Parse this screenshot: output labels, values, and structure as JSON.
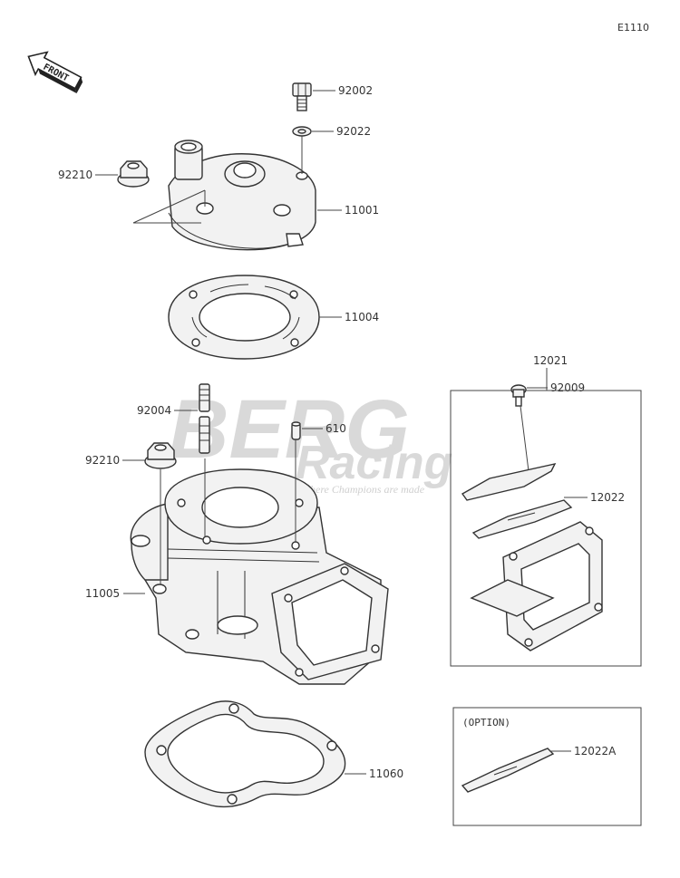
{
  "diagram_code": "E1110",
  "front_label": "FRONT",
  "watermark": {
    "brand": "BERG",
    "sub": "Racing",
    "tagline": "Where Champions are made"
  },
  "parts": {
    "p92002": "92002",
    "p92022": "92022",
    "p92210_head": "92210",
    "p11001": "11001",
    "p11004": "11004",
    "p92004": "92004",
    "p610": "610",
    "p92210_cyl": "92210",
    "p11005": "11005",
    "p11060": "11060",
    "p12021": "12021",
    "p92009": "92009",
    "p12022": "12022",
    "p12022A": "12022A"
  },
  "option_label": "(OPTION)"
}
